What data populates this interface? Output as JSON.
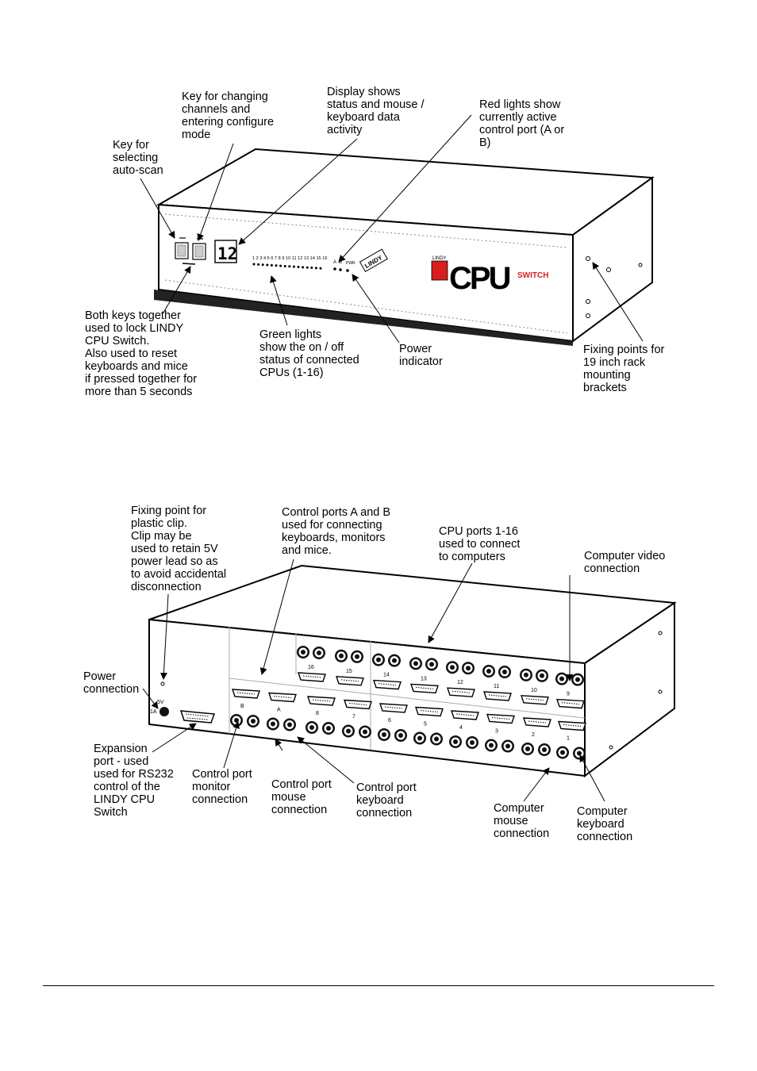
{
  "front": {
    "labels": {
      "autoscan_key": "Key for\nselecting\nauto-scan",
      "channel_key": "Key for changing\nchannels and\nentering configure\nmode",
      "display": "Display shows\nstatus and mouse /\nkeyboard data\nactivity",
      "red_lights": "Red lights show\ncurrently active\ncontrol port (A or\nB)",
      "both_keys": "Both keys together\nused to lock LINDY\nCPU Switch.\nAlso used to reset\nkeyboards and mice\nif pressed together for\nmore than 5 seconds",
      "green_lights": "Green lights\nshow the on / off\nstatus of connected\nCPUs (1-16)",
      "power_indicator": "Power\nindicator",
      "fixing_points": "Fixing points for\n19 inch rack\nmounting\nbrackets"
    },
    "display_value": "12",
    "led_numbers": "1 2 3 4 5 6 7 8 9 10 11 12 13 14 15 16",
    "port_letters": "A  B",
    "pwr": "PWR",
    "logo_brand": "LINDY",
    "logo_text": "CPU",
    "logo_switch": "SWITCH",
    "badge_text": "LINDY"
  },
  "back": {
    "labels": {
      "fixing_clip": "Fixing point for\nplastic clip.\nClip may be\nused to retain 5V\npower lead so as\nto avoid accidental\ndisconnection",
      "control_ports": "Control ports A and B\nused for connecting\nkeyboards, monitors\nand mice.",
      "cpu_ports": "CPU ports 1-16\nused to connect\nto computers",
      "video": "Computer video\nconnection",
      "power_conn": "Power\nconnection",
      "expansion": "Expansion\nport - used\nused for RS232\ncontrol of the\nLINDY CPU\nSwitch",
      "ctrl_monitor": "Control port\nmonitor\nconnection",
      "ctrl_mouse": "Control port\nmouse\nconnection",
      "ctrl_keyboard": "Control port\nkeyboard\nconnection",
      "comp_mouse": "Computer\nmouse\nconnection",
      "comp_keyboard": "Computer\nkeyboard\nconnection"
    },
    "power_5v": "5V",
    "power_1a": "1A",
    "ports_top": [
      "16",
      "15",
      "14",
      "13",
      "12",
      "11",
      "10",
      "9"
    ],
    "ports_bottom": [
      "B",
      "A",
      "8",
      "7",
      "6",
      "5",
      "4",
      "3",
      "2",
      "1"
    ]
  }
}
